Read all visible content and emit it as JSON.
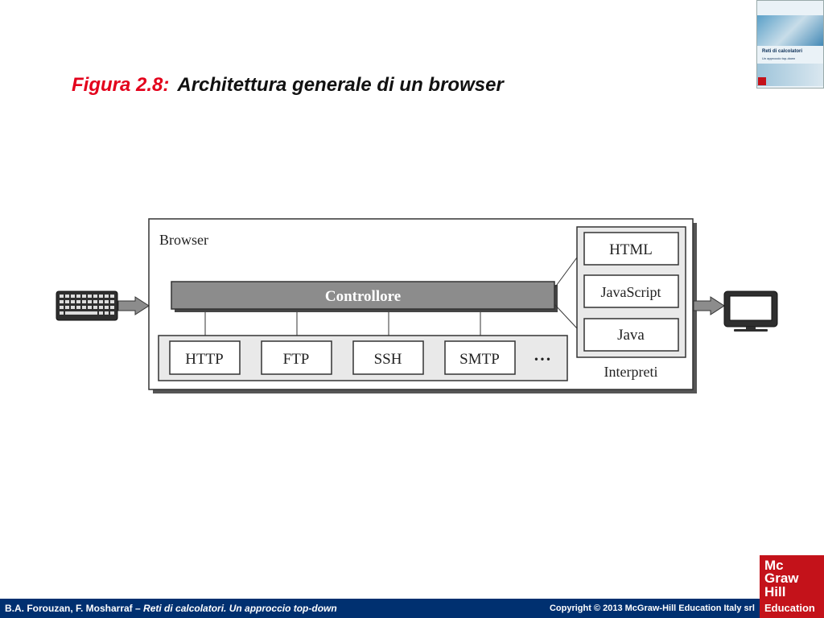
{
  "slide": {
    "figure_label": "Figura 2.8:",
    "title": "Architettura generale di un browser"
  },
  "book_cover": {
    "title": "Reti di calcolatori",
    "subtitle": "Un approccio top-down"
  },
  "diagram": {
    "browser_label": "Browser",
    "controller_label": "Controllore",
    "clients": [
      "HTTP",
      "FTP",
      "SSH",
      "SMTP"
    ],
    "ellipsis": "• • •",
    "interpreters": [
      "HTML",
      "JavaScript",
      "Java"
    ],
    "interpreters_label": "Interpreti"
  },
  "footer": {
    "authors": "B.A. Forouzan, F. Mosharraf –",
    "book": "Reti di calcolatori. Un approccio top-down",
    "copyright": "Copyright © 2013 McGraw-Hill Education Italy srl"
  },
  "logo": {
    "lines": [
      "Mc",
      "Graw",
      "Hill",
      "Education"
    ],
    "color": "#c4121a"
  },
  "colors": {
    "figure_label": "#e3001b",
    "footer_bg": "#003070",
    "controller_fill": "#8c8c8c"
  }
}
